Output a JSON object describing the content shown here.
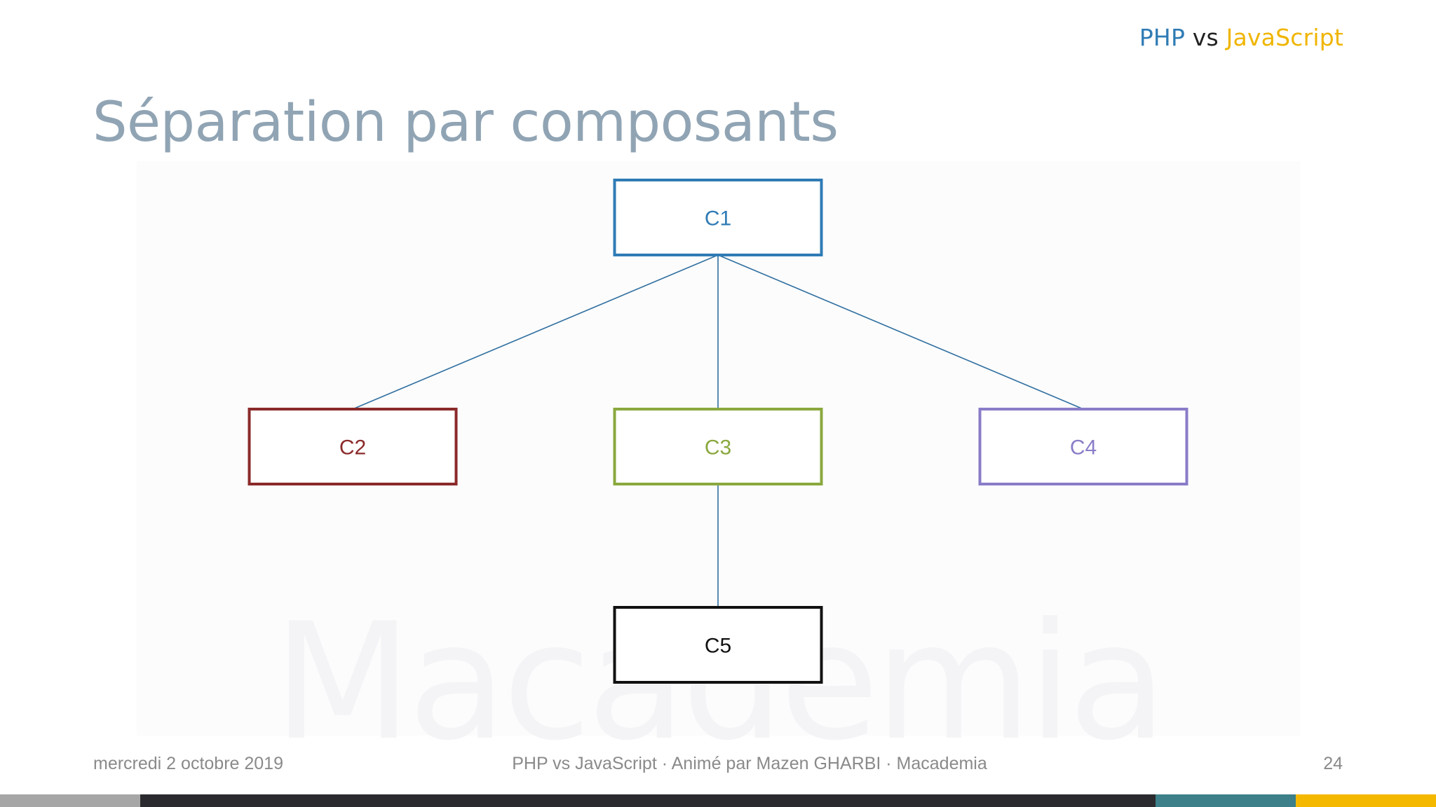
{
  "header": {
    "brand_php": "PHP",
    "brand_vs": "vs",
    "brand_js": "JavaScript"
  },
  "title": "Séparation par composants",
  "watermark": "Macademia",
  "diagram": {
    "nodes": [
      {
        "id": "C1",
        "label": "C1",
        "color": "#2f7bb5"
      },
      {
        "id": "C2",
        "label": "C2",
        "color": "#8b2a2a"
      },
      {
        "id": "C3",
        "label": "C3",
        "color": "#8aa83e"
      },
      {
        "id": "C4",
        "label": "C4",
        "color": "#8a7cc8"
      },
      {
        "id": "C5",
        "label": "C5",
        "color": "#111111"
      }
    ],
    "edges": [
      {
        "from": "C1",
        "to": "C2"
      },
      {
        "from": "C1",
        "to": "C3"
      },
      {
        "from": "C1",
        "to": "C4"
      },
      {
        "from": "C3",
        "to": "C5"
      }
    ],
    "edge_color": "#2f6f9f"
  },
  "footer": {
    "date": "mercredi 2 octobre 2019",
    "center": "PHP vs JavaScript · Animé par Mazen GHARBI · Macademia",
    "page": "24"
  },
  "colors": {
    "title": "#90a4b4",
    "bar_gray": "#a6a6a6",
    "bar_dark": "#2b2b2f",
    "bar_teal": "#3d8089",
    "bar_yellow": "#f5b800"
  }
}
